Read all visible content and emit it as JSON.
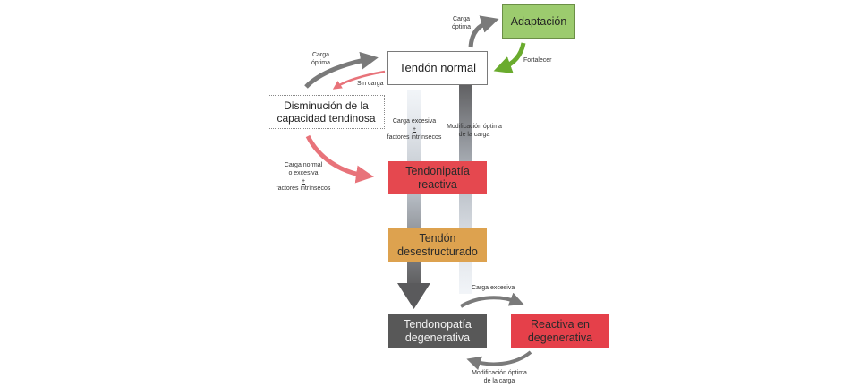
{
  "diagram": {
    "nodes": {
      "tendon_normal": "Tendón normal",
      "adaptacion": "Adaptación",
      "disminucion": "Disminución de la capacidad tendinosa",
      "reactiva": "Tendonipatía reactiva",
      "desestructurado": "Tendón desestructurado",
      "degenerativa": "Tendonopatía degenerativa",
      "reactiva_degenerativa": "Reactiva en degenerativa"
    },
    "edge_labels": {
      "carga_optima_top": [
        "Carga",
        "óptima"
      ],
      "fortalecer": "Fortalecer",
      "carga_optima_left": [
        "Carga",
        "óptima"
      ],
      "sin_carga": "Sin carga",
      "carga_excesiva_center": [
        "Carga excesiva",
        "+",
        "factores intrínsecos"
      ],
      "modificacion_center": [
        "Modificación óptima",
        "de la carga"
      ],
      "carga_normal": [
        "Carga normal",
        "o excesiva",
        "+",
        "factores intrínsecos"
      ],
      "carga_excesiva_bottom": "Carga excesiva",
      "modificacion_bottom": [
        "Modificación óptima",
        "de la carga"
      ]
    },
    "colors": {
      "adaptacion": "#9ccb6e",
      "reactiva": "#e5484f",
      "desestructurado": "#dda24f",
      "degenerativa": "#585858",
      "reactiva_degenerativa": "#e5404a",
      "green_arrow": "#6aab2e",
      "pink_arrow": "#e8737a",
      "gray_arrow": "#7a7a7a"
    }
  }
}
